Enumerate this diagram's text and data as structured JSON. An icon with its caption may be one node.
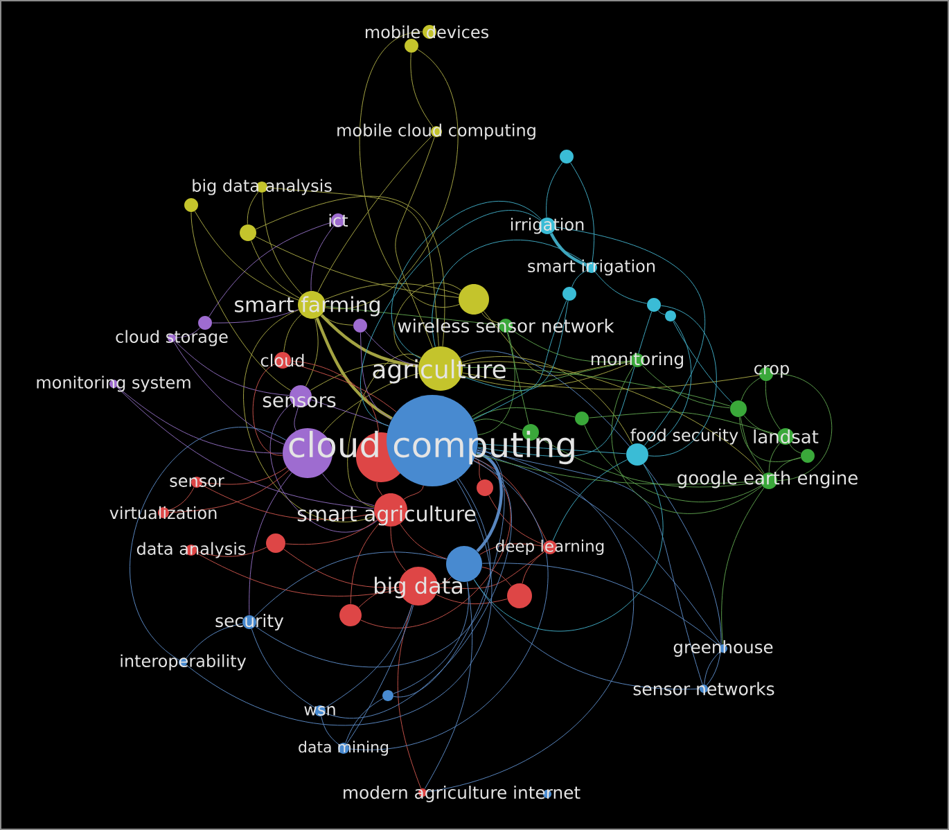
{
  "diagram": {
    "nodes": [
      {
        "text": [
          "mobile devices"
        ]
      },
      {
        "text": [],
        "shape": "circle"
      },
      {
        "text": [
          "mobile cloud computing"
        ]
      },
      {
        "text": [],
        "shape": "circle"
      },
      {
        "text": [
          "big data analysis"
        ]
      },
      {
        "text": [],
        "shape": "circle"
      },
      {
        "text": [
          "ict"
        ]
      },
      {
        "text": [
          "irrigation"
        ]
      },
      {
        "text": [],
        "shape": "circle"
      },
      {
        "text": [
          "smart irrigation"
        ]
      },
      {
        "text": [],
        "shape": "circle"
      },
      {
        "text": [],
        "shape": "circle"
      },
      {
        "text": [
          "smart farming"
        ]
      },
      {
        "text": [],
        "shape": "circle"
      },
      {
        "text": [],
        "shape": "circle"
      },
      {
        "text": [],
        "shape": "circle"
      },
      {
        "text": [],
        "shape": "circle"
      },
      {
        "text": [
          "wireless sensor network"
        ]
      },
      {
        "text": [
          "cloud storage"
        ]
      },
      {
        "text": [
          "cloud"
        ]
      },
      {
        "text": [
          "monitoring"
        ]
      },
      {
        "text": [
          "agriculture"
        ]
      },
      {
        "text": [
          "crop"
        ]
      },
      {
        "text": [
          "monitoring system"
        ]
      },
      {
        "text": [
          "sensors"
        ]
      },
      {
        "text": [],
        "shape": "circle"
      },
      {
        "text": [],
        "shape": "circle"
      },
      {
        "text": [],
        "shape": "circle"
      },
      {
        "text": [
          "landsat"
        ]
      },
      {
        "text": [
          "cloud computing"
        ]
      },
      {
        "text": [],
        "shape": "circle"
      },
      {
        "text": [],
        "shape": "circle"
      },
      {
        "text": [
          "food security"
        ]
      },
      {
        "text": [],
        "shape": "circle"
      },
      {
        "text": [
          "sensor"
        ]
      },
      {
        "text": [
          "google earth engine"
        ]
      },
      {
        "text": [],
        "shape": "circle"
      },
      {
        "text": [
          "virtualization"
        ]
      },
      {
        "text": [
          "smart agriculture"
        ]
      },
      {
        "text": [],
        "shape": "circle"
      },
      {
        "text": [
          "deep learning"
        ]
      },
      {
        "text": [
          "data analysis"
        ]
      },
      {
        "text": [],
        "shape": "circle"
      },
      {
        "text": [
          "big data"
        ]
      },
      {
        "text": [],
        "shape": "circle"
      },
      {
        "text": [],
        "shape": "circle"
      },
      {
        "text": [
          "security"
        ]
      },
      {
        "text": [
          "greenhouse"
        ]
      },
      {
        "text": [
          "interoperability"
        ]
      },
      {
        "text": [
          "sensor networks"
        ]
      },
      {
        "text": [],
        "shape": "circle"
      },
      {
        "text": [
          "wsn"
        ]
      },
      {
        "text": [
          "data mining"
        ]
      },
      {
        "text": [
          "modern agriculture internet"
        ]
      }
    ],
    "edges": [
      {
        "from": 1,
        "to": 12,
        "arrow": "none"
      },
      {
        "from": 0,
        "to": 11,
        "arrow": "none"
      },
      {
        "from": 1,
        "to": 2,
        "arrow": "none"
      },
      {
        "from": 2,
        "to": 12,
        "arrow": "none"
      },
      {
        "from": 2,
        "to": 21,
        "arrow": "none"
      },
      {
        "from": 4,
        "to": 12,
        "arrow": "none"
      },
      {
        "from": 4,
        "to": 8,
        "arrow": "none"
      },
      {
        "from": 4,
        "to": 21,
        "arrow": "none"
      },
      {
        "from": 5,
        "to": 12,
        "arrow": "none"
      },
      {
        "from": 5,
        "to": 24,
        "arrow": "none"
      },
      {
        "from": 8,
        "to": 12,
        "arrow": "none"
      },
      {
        "from": 8,
        "to": 21,
        "arrow": "none"
      },
      {
        "from": 8,
        "to": 11,
        "arrow": "none"
      },
      {
        "from": 11,
        "to": 21,
        "arrow": "none"
      },
      {
        "from": 11,
        "to": 12,
        "arrow": "none"
      },
      {
        "from": 11,
        "to": 17,
        "arrow": "none"
      },
      {
        "from": 11,
        "to": 20,
        "arrow": "none"
      },
      {
        "from": 12,
        "to": 21,
        "arrow": "none",
        "style": "thick"
      },
      {
        "from": 12,
        "to": 29,
        "arrow": "none",
        "style": "thick"
      },
      {
        "from": 12,
        "to": 24,
        "arrow": "none"
      },
      {
        "from": 12,
        "to": 16,
        "arrow": "none"
      },
      {
        "from": 12,
        "to": 19,
        "arrow": "none"
      },
      {
        "from": 12,
        "to": 38,
        "arrow": "none"
      },
      {
        "from": 21,
        "to": 38,
        "arrow": "none"
      },
      {
        "from": 21,
        "to": 20,
        "arrow": "none"
      },
      {
        "from": 21,
        "to": 32,
        "arrow": "none"
      },
      {
        "from": 21,
        "to": 22,
        "arrow": "none"
      },
      {
        "from": 21,
        "to": 35,
        "arrow": "none"
      },
      {
        "from": 21,
        "to": 24,
        "arrow": "none"
      },
      {
        "from": 21,
        "to": 30,
        "arrow": "none"
      },
      {
        "from": 6,
        "to": 12,
        "arrow": "none",
        "color": "#8a68b8"
      },
      {
        "from": 15,
        "to": 12,
        "arrow": "none",
        "color": "#8a68b8"
      },
      {
        "from": 15,
        "to": 6,
        "arrow": "none",
        "color": "#8a68b8"
      },
      {
        "from": 16,
        "to": 29,
        "arrow": "none",
        "color": "#8a68b8"
      },
      {
        "from": 16,
        "to": 21,
        "arrow": "none",
        "color": "#8a68b8"
      },
      {
        "from": 18,
        "to": 30,
        "arrow": "none",
        "color": "#8a68b8"
      },
      {
        "from": 18,
        "to": 24,
        "arrow": "none",
        "color": "#8a68b8"
      },
      {
        "from": 18,
        "to": 15,
        "arrow": "none",
        "color": "#8a68b8"
      },
      {
        "from": 23,
        "to": 30,
        "arrow": "none",
        "color": "#8a68b8"
      },
      {
        "from": 23,
        "to": 38,
        "arrow": "none",
        "color": "#8a68b8"
      },
      {
        "from": 24,
        "to": 29,
        "arrow": "none",
        "color": "#8a68b8"
      },
      {
        "from": 24,
        "to": 30,
        "arrow": "none",
        "color": "#8a68b8"
      },
      {
        "from": 24,
        "to": 38,
        "arrow": "none",
        "color": "#8a68b8"
      },
      {
        "from": 30,
        "to": 38,
        "arrow": "none",
        "color": "#8a68b8"
      },
      {
        "from": 30,
        "to": 46,
        "arrow": "none",
        "color": "#8a68b8"
      },
      {
        "from": 19,
        "to": 29,
        "arrow": "none",
        "color": "#c25048"
      },
      {
        "from": 19,
        "to": 31,
        "arrow": "none",
        "color": "#c25048"
      },
      {
        "from": 19,
        "to": 30,
        "arrow": "none",
        "color": "#c25048"
      },
      {
        "from": 31,
        "to": 38,
        "arrow": "none",
        "color": "#c25048"
      },
      {
        "from": 34,
        "to": 30,
        "arrow": "none",
        "color": "#c25048"
      },
      {
        "from": 34,
        "to": 38,
        "arrow": "none",
        "color": "#c25048"
      },
      {
        "from": 36,
        "to": 29,
        "arrow": "none",
        "color": "#c25048"
      },
      {
        "from": 36,
        "to": 40,
        "arrow": "none",
        "color": "#c25048"
      },
      {
        "from": 37,
        "to": 30,
        "arrow": "none",
        "color": "#c25048"
      },
      {
        "from": 37,
        "to": 34,
        "arrow": "none",
        "color": "#c25048"
      },
      {
        "from": 38,
        "to": 29,
        "arrow": "none",
        "color": "#c25048"
      },
      {
        "from": 38,
        "to": 43,
        "arrow": "none",
        "color": "#c25048"
      },
      {
        "from": 38,
        "to": 42,
        "arrow": "none",
        "color": "#c25048"
      },
      {
        "from": 38,
        "to": 45,
        "arrow": "none",
        "color": "#c25048"
      },
      {
        "from": 39,
        "to": 43,
        "arrow": "none",
        "color": "#c25048"
      },
      {
        "from": 39,
        "to": 38,
        "arrow": "none",
        "color": "#c25048"
      },
      {
        "from": 40,
        "to": 29,
        "arrow": "none",
        "color": "#c25048"
      },
      {
        "from": 40,
        "to": 43,
        "arrow": "none",
        "color": "#c25048"
      },
      {
        "from": 40,
        "to": 42,
        "arrow": "none",
        "color": "#c25048"
      },
      {
        "from": 40,
        "to": 44,
        "arrow": "none",
        "color": "#c25048"
      },
      {
        "from": 41,
        "to": 39,
        "arrow": "none",
        "color": "#c25048"
      },
      {
        "from": 41,
        "to": 43,
        "arrow": "none",
        "color": "#c25048"
      },
      {
        "from": 43,
        "to": 42,
        "arrow": "none",
        "color": "#c25048"
      },
      {
        "from": 43,
        "to": 44,
        "arrow": "none",
        "color": "#c25048"
      },
      {
        "from": 43,
        "to": 45,
        "arrow": "none",
        "color": "#c25048"
      },
      {
        "from": 43,
        "to": 53,
        "arrow": "none",
        "color": "#c25048"
      },
      {
        "from": 44,
        "to": 42,
        "arrow": "none",
        "color": "#c25048"
      },
      {
        "from": 45,
        "to": 29,
        "arrow": "none",
        "color": "#c25048"
      },
      {
        "from": 29,
        "to": 42,
        "arrow": "none",
        "style": "thick",
        "color": "#5886bf"
      },
      {
        "from": 29,
        "to": 46,
        "arrow": "none",
        "color": "#5886bf"
      },
      {
        "from": 29,
        "to": 47,
        "arrow": "none",
        "color": "#5886bf"
      },
      {
        "from": 29,
        "to": 49,
        "arrow": "none",
        "color": "#5886bf"
      },
      {
        "from": 29,
        "to": 50,
        "arrow": "none",
        "color": "#5886bf"
      },
      {
        "from": 29,
        "to": 51,
        "arrow": "none",
        "color": "#5886bf"
      },
      {
        "from": 29,
        "to": 52,
        "arrow": "none",
        "color": "#5886bf"
      },
      {
        "from": 29,
        "to": 53,
        "arrow": "none",
        "color": "#5886bf"
      },
      {
        "from": 46,
        "to": 42,
        "arrow": "none",
        "color": "#5886bf"
      },
      {
        "from": 46,
        "to": 48,
        "arrow": "none",
        "color": "#5886bf"
      },
      {
        "from": 46,
        "to": 51,
        "arrow": "none",
        "color": "#5886bf"
      },
      {
        "from": 47,
        "to": 49,
        "arrow": "none",
        "color": "#5886bf"
      },
      {
        "from": 47,
        "to": 42,
        "arrow": "none",
        "color": "#5886bf"
      },
      {
        "from": 48,
        "to": 30,
        "arrow": "none",
        "color": "#5886bf"
      },
      {
        "from": 48,
        "to": 29,
        "arrow": "none",
        "color": "#5886bf"
      },
      {
        "from": 49,
        "to": 42,
        "arrow": "none",
        "color": "#5886bf"
      },
      {
        "from": 49,
        "to": 21,
        "arrow": "none",
        "color": "#5886bf"
      },
      {
        "from": 50,
        "to": 42,
        "arrow": "none",
        "color": "#5886bf"
      },
      {
        "from": 50,
        "to": 52,
        "arrow": "none",
        "color": "#5886bf"
      },
      {
        "from": 51,
        "to": 52,
        "arrow": "none",
        "color": "#5886bf"
      },
      {
        "from": 51,
        "to": 43,
        "arrow": "none",
        "color": "#5886bf"
      },
      {
        "from": 52,
        "to": 43,
        "arrow": "none",
        "color": "#5886bf"
      },
      {
        "from": 53,
        "to": 42,
        "arrow": "none",
        "color": "#5886bf"
      },
      {
        "from": 17,
        "to": 29,
        "arrow": "none",
        "color": "#5a9c4a"
      },
      {
        "from": 17,
        "to": 20,
        "arrow": "none",
        "color": "#5a9c4a"
      },
      {
        "from": 17,
        "to": 27,
        "arrow": "none",
        "color": "#5a9c4a"
      },
      {
        "from": 17,
        "to": 12,
        "arrow": "none",
        "color": "#5a9c4a"
      },
      {
        "from": 20,
        "to": 29,
        "arrow": "none",
        "color": "#5a9c4a"
      },
      {
        "from": 20,
        "to": 25,
        "arrow": "none",
        "color": "#5a9c4a"
      },
      {
        "from": 20,
        "to": 35,
        "arrow": "none",
        "color": "#5a9c4a"
      },
      {
        "from": 22,
        "to": 25,
        "arrow": "none",
        "color": "#5a9c4a"
      },
      {
        "from": 22,
        "to": 28,
        "arrow": "none",
        "color": "#5a9c4a"
      },
      {
        "from": 22,
        "to": 35,
        "arrow": "none",
        "color": "#5a9c4a"
      },
      {
        "from": 25,
        "to": 28,
        "arrow": "none",
        "color": "#5a9c4a"
      },
      {
        "from": 25,
        "to": 35,
        "arrow": "none",
        "color": "#5a9c4a"
      },
      {
        "from": 25,
        "to": 33,
        "arrow": "none",
        "color": "#5a9c4a"
      },
      {
        "from": 25,
        "to": 21,
        "arrow": "none",
        "color": "#5a9c4a"
      },
      {
        "from": 26,
        "to": 29,
        "arrow": "none",
        "color": "#5a9c4a"
      },
      {
        "from": 26,
        "to": 35,
        "arrow": "none",
        "color": "#5a9c4a"
      },
      {
        "from": 26,
        "to": 28,
        "arrow": "none",
        "color": "#5a9c4a"
      },
      {
        "from": 27,
        "to": 29,
        "arrow": "none",
        "color": "#5a9c4a"
      },
      {
        "from": 27,
        "to": 35,
        "arrow": "none",
        "color": "#5a9c4a"
      },
      {
        "from": 28,
        "to": 33,
        "arrow": "none",
        "color": "#5a9c4a"
      },
      {
        "from": 28,
        "to": 35,
        "arrow": "none",
        "color": "#5a9c4a"
      },
      {
        "from": 33,
        "to": 35,
        "arrow": "none",
        "color": "#5a9c4a"
      },
      {
        "from": 35,
        "to": 29,
        "arrow": "none",
        "color": "#5a9c4a"
      },
      {
        "from": 35,
        "to": 47,
        "arrow": "none",
        "color": "#5a9c4a"
      },
      {
        "from": 3,
        "to": 7,
        "arrow": "none",
        "color": "#3ea6be"
      },
      {
        "from": 3,
        "to": 9,
        "arrow": "none",
        "color": "#3ea6be"
      },
      {
        "from": 7,
        "to": 9,
        "arrow": "none",
        "style": "thick",
        "color": "#3ea6be"
      },
      {
        "from": 7,
        "to": 21,
        "arrow": "none",
        "color": "#3ea6be"
      },
      {
        "from": 7,
        "to": 29,
        "arrow": "none",
        "color": "#3ea6be"
      },
      {
        "from": 7,
        "to": 32,
        "arrow": "none",
        "color": "#3ea6be"
      },
      {
        "from": 9,
        "to": 10,
        "arrow": "none",
        "color": "#3ea6be"
      },
      {
        "from": 9,
        "to": 13,
        "arrow": "none",
        "color": "#3ea6be"
      },
      {
        "from": 9,
        "to": 21,
        "arrow": "none",
        "color": "#3ea6be"
      },
      {
        "from": 10,
        "to": 29,
        "arrow": "none",
        "color": "#3ea6be"
      },
      {
        "from": 10,
        "to": 21,
        "arrow": "none",
        "color": "#3ea6be"
      },
      {
        "from": 13,
        "to": 14,
        "arrow": "none",
        "color": "#3ea6be"
      },
      {
        "from": 13,
        "to": 32,
        "arrow": "none",
        "color": "#3ea6be"
      },
      {
        "from": 13,
        "to": 29,
        "arrow": "none",
        "color": "#3ea6be"
      },
      {
        "from": 14,
        "to": 32,
        "arrow": "none",
        "color": "#3ea6be"
      },
      {
        "from": 14,
        "to": 25,
        "arrow": "none",
        "color": "#3ea6be"
      },
      {
        "from": 32,
        "to": 29,
        "arrow": "none",
        "color": "#3ea6be"
      },
      {
        "from": 32,
        "to": 42,
        "arrow": "none",
        "color": "#3ea6be"
      },
      {
        "from": 32,
        "to": 40,
        "arrow": "none",
        "color": "#3ea6be"
      }
    ]
  }
}
